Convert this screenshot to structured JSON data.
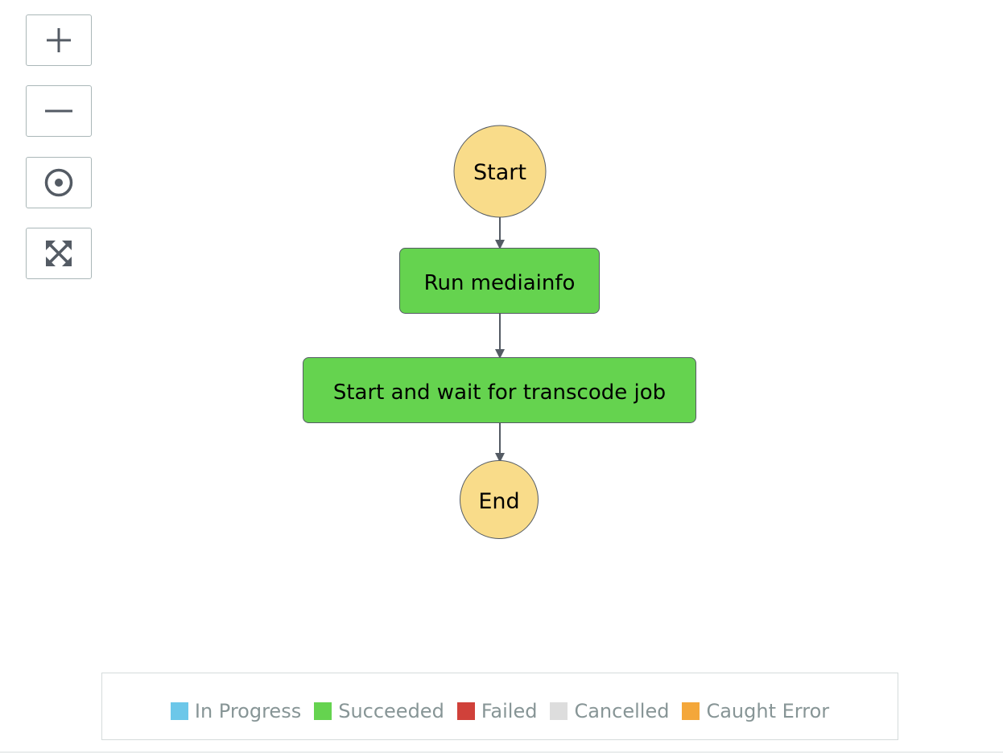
{
  "controls": {
    "zoom_in_icon": "plus-icon",
    "zoom_out_icon": "minus-icon",
    "center_icon": "target-icon",
    "fit_icon": "expand-icon"
  },
  "nodes": {
    "start": {
      "label": "Start",
      "kind": "terminal"
    },
    "run_mediainfo": {
      "label": "Run mediainfo",
      "status": "Succeeded"
    },
    "transcode": {
      "label": "Start and wait for transcode job",
      "status": "Succeeded"
    },
    "end": {
      "label": "End",
      "kind": "terminal"
    }
  },
  "edges": [
    {
      "from": "Start",
      "to": "Run mediainfo"
    },
    {
      "from": "Run mediainfo",
      "to": "Start and wait for transcode job"
    },
    {
      "from": "Start and wait for transcode job",
      "to": "End"
    }
  ],
  "colors": {
    "terminal_fill": "#f9dc8a",
    "succeeded_fill": "#65d34f",
    "edge": "#545b64"
  },
  "legend": [
    {
      "label": "In Progress",
      "color": "#6cc7e9"
    },
    {
      "label": "Succeeded",
      "color": "#65d34f"
    },
    {
      "label": "Failed",
      "color": "#d0413a"
    },
    {
      "label": "Cancelled",
      "color": "#dddddd"
    },
    {
      "label": "Caught Error",
      "color": "#f4a73a"
    }
  ]
}
